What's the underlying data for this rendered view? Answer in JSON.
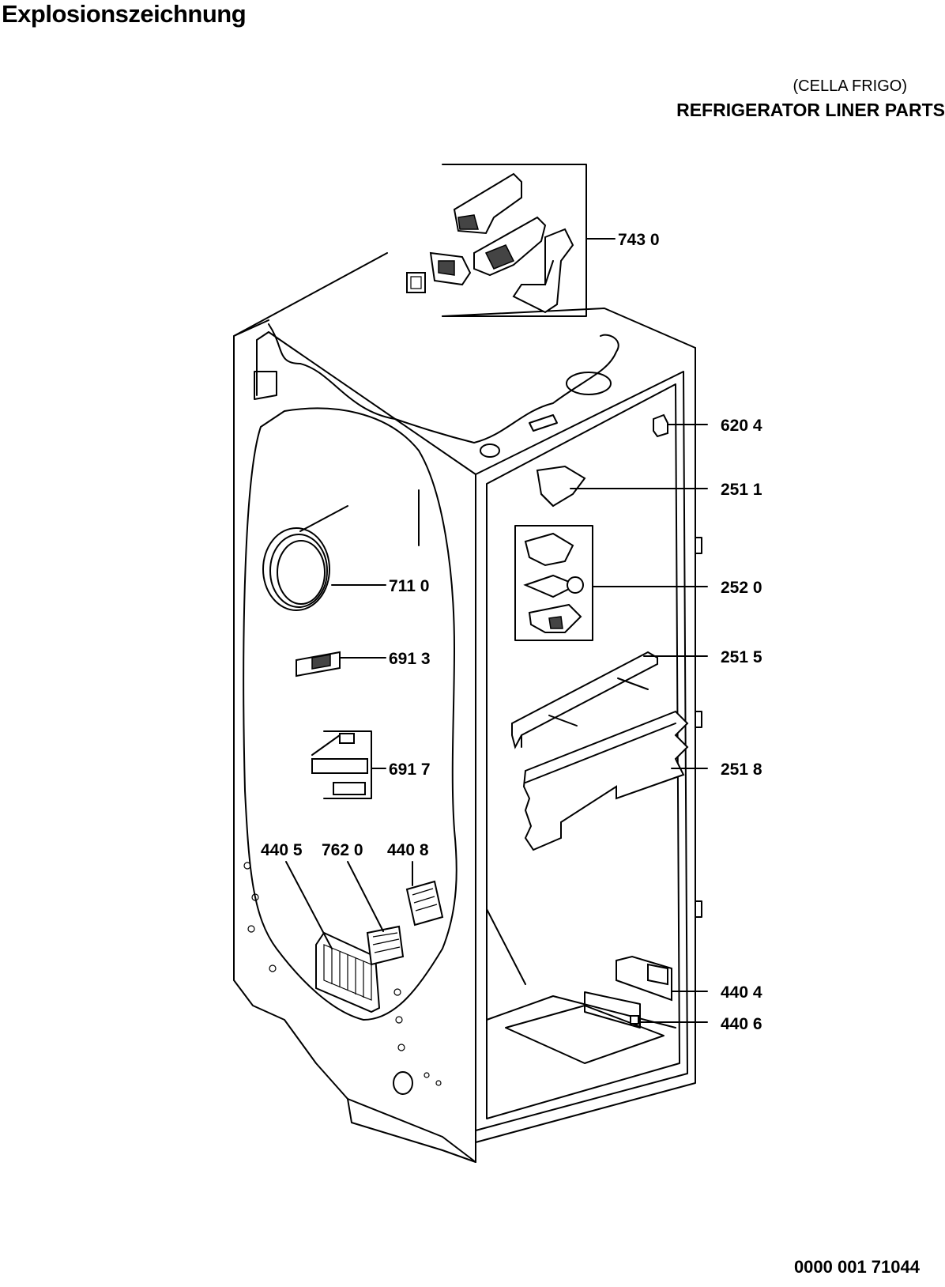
{
  "header": {
    "title": "Explosionszeichnung",
    "subtitle_it": "(CELLA FRIGO)",
    "subtitle_en": "REFRIGERATOR LINER PARTS"
  },
  "footer": {
    "document_number": "0000 001 71044"
  },
  "callouts": [
    {
      "label": "743 0"
    },
    {
      "label": "620 4"
    },
    {
      "label": "251 1"
    },
    {
      "label": "711 0"
    },
    {
      "label": "252 0"
    },
    {
      "label": "691 3"
    },
    {
      "label": "251 5"
    },
    {
      "label": "691 7"
    },
    {
      "label": "251 8"
    },
    {
      "label": "440 5"
    },
    {
      "label": "762 0"
    },
    {
      "label": "440 8"
    },
    {
      "label": "440 4"
    },
    {
      "label": "440 6"
    }
  ]
}
